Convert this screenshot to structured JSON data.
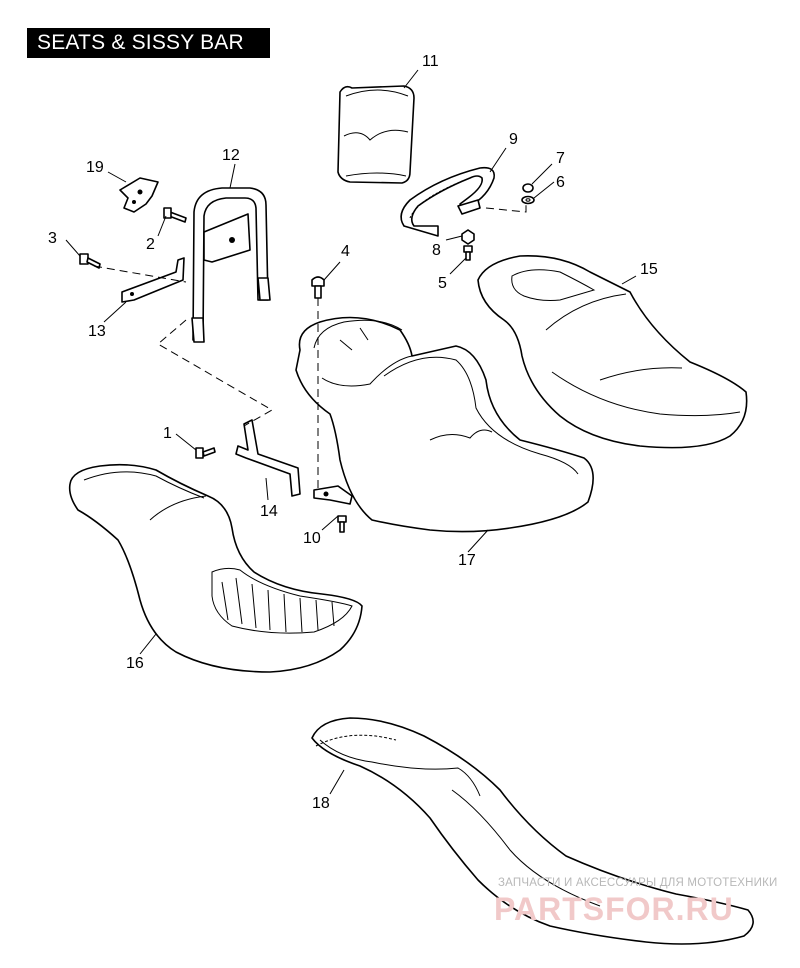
{
  "title": "SEATS & SISSY BAR",
  "callouts": [
    "1",
    "2",
    "3",
    "4",
    "5",
    "6",
    "7",
    "8",
    "9",
    "10",
    "11",
    "12",
    "13",
    "14",
    "15",
    "16",
    "17",
    "18",
    "19"
  ],
  "watermark": {
    "line1": "ЗАПЧАСТИ И АКСЕССУАРЫ ДЛЯ МОТОТЕХНИКИ",
    "line2": "PARTSFOR.RU"
  }
}
